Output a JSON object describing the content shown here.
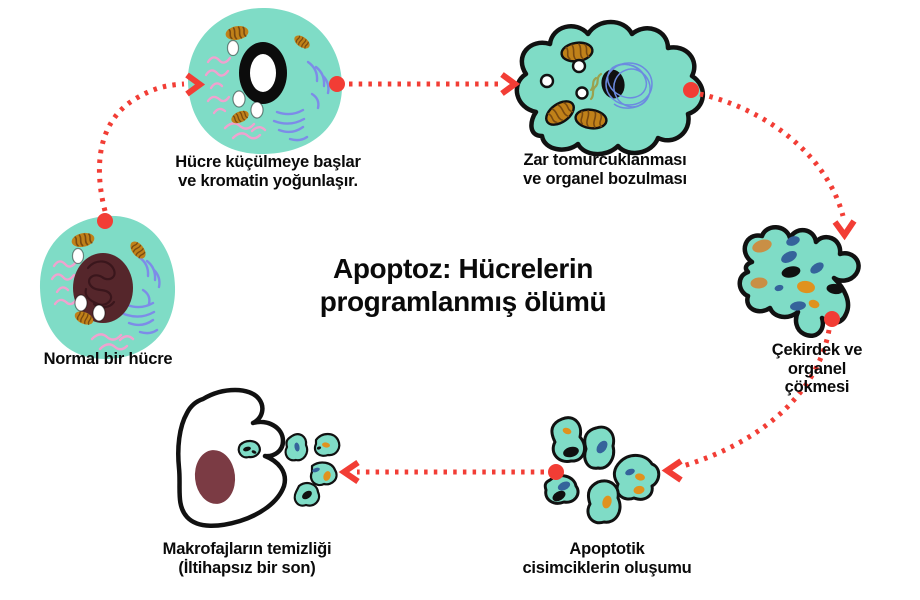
{
  "diagram": {
    "title": "Apoptoz: Hücrelerin\nprogramlanmış ölümü",
    "stages": [
      {
        "name": "normal-cell",
        "label": "Normal bir hücre"
      },
      {
        "name": "cell-shrinking",
        "label": "Hücre küçülmeye başlar\nve kromatin yoğunlaşır."
      },
      {
        "name": "membrane-blebbing",
        "label": "Zar tomurcuklanması\nve organel bozulması"
      },
      {
        "name": "nucleus-collapse",
        "label": "Çekirdek ve\norganel çökmesi"
      },
      {
        "name": "apoptotic-bodies",
        "label": "Apoptotik\ncisimciklerin oluşumu"
      },
      {
        "name": "macrophage-cleanup",
        "label": "Makrofajların temizliği\n(İltihapsız bir son)"
      }
    ]
  },
  "colors": {
    "background": "#ffffff",
    "cell-fill": "#7fdcc6",
    "outline": "#111111",
    "arrow-red": "#f23d35",
    "nucleus-maroon": "#55262b",
    "macrophage-nucleus": "#7b3b44",
    "mito-orange": "#c08119",
    "mito-stripe": "#7a4a10",
    "er-pink": "#f0a2cf",
    "er-blue": "#7d8ce8",
    "scribble-blue": "#6c8be0",
    "olive": "#9aa24f",
    "organelle-blue": "#35639b",
    "organelle-orange": "#e0921e",
    "organelle-tan": "#c98f45"
  }
}
